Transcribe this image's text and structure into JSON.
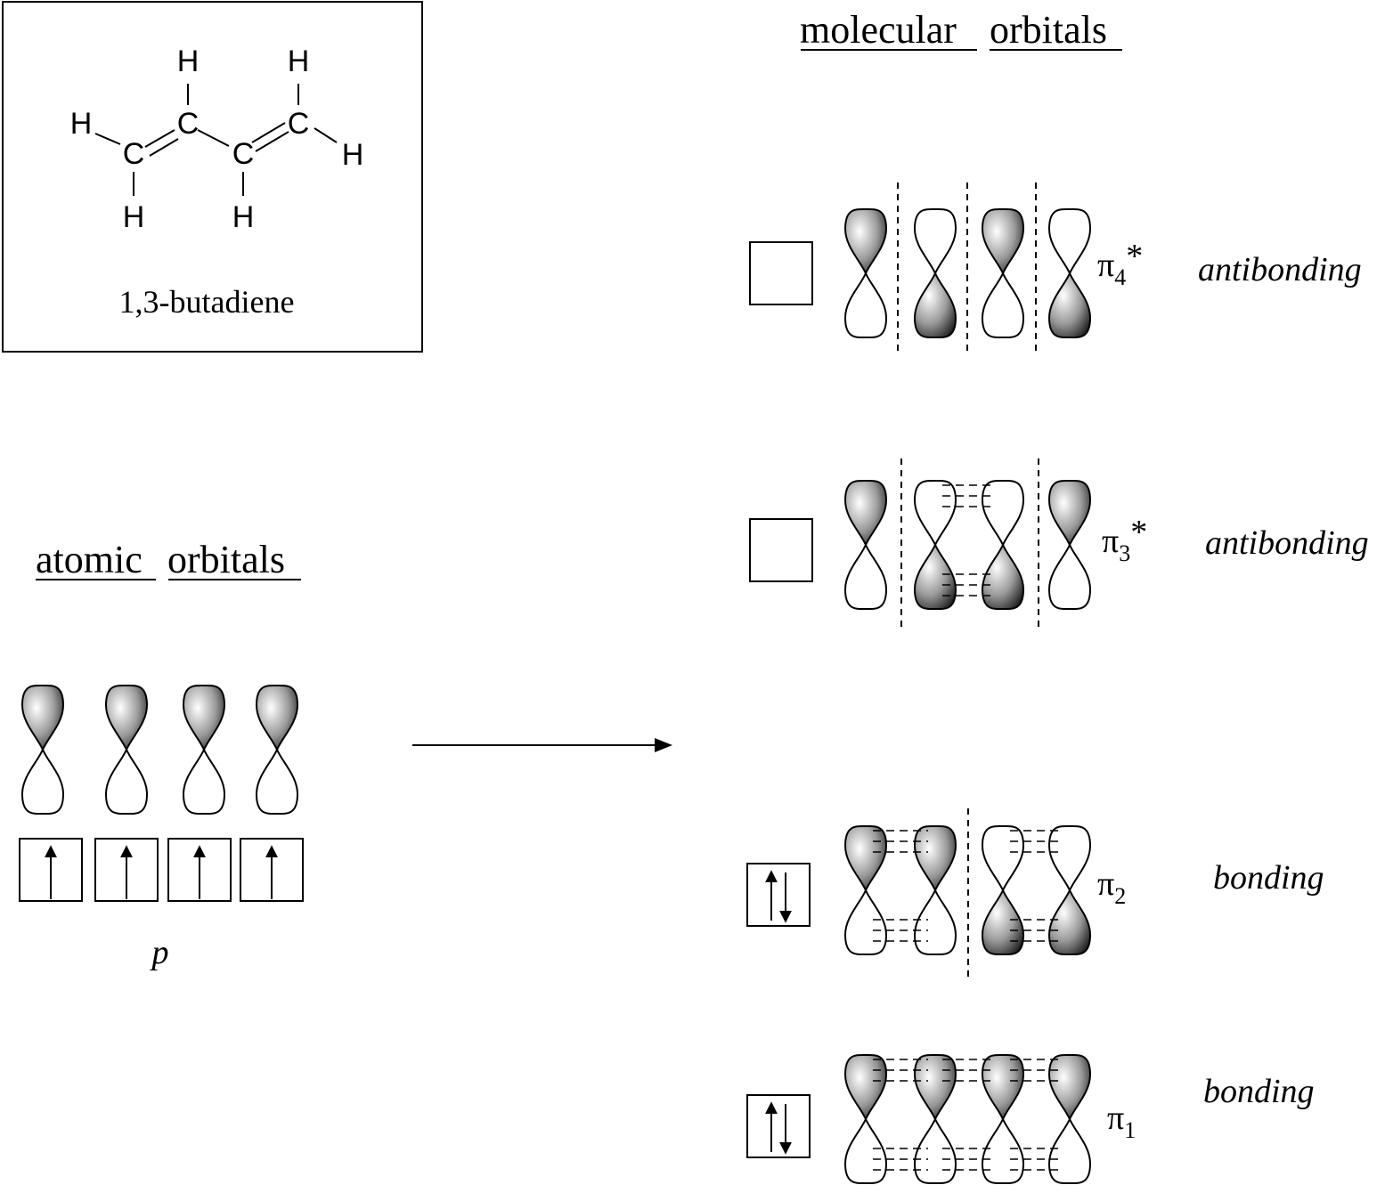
{
  "molecule": {
    "name": "1,3-butadiene",
    "atoms": {
      "c1": "C",
      "c2": "C",
      "c3": "C",
      "c4": "C",
      "h1": "H",
      "h2": "H",
      "h3": "H",
      "h4": "H",
      "h5": "H",
      "h6": "H"
    }
  },
  "headings": {
    "molecular": "molecular",
    "orbitals_mo": "orbitals",
    "atomic": "atomic",
    "orbitals_ao": "orbitals"
  },
  "atomic": {
    "label": "p",
    "electrons": [
      "up",
      "up",
      "up",
      "up"
    ]
  },
  "levels": [
    {
      "id": "pi4",
      "symbol": "π",
      "sub": "4",
      "star": "*",
      "type": "antibonding",
      "electrons": "empty"
    },
    {
      "id": "pi3",
      "symbol": "π",
      "sub": "3",
      "star": "*",
      "type": "antibonding",
      "electrons": "empty"
    },
    {
      "id": "pi2",
      "symbol": "π",
      "sub": "2",
      "star": "",
      "type": "bonding",
      "electrons": "paired"
    },
    {
      "id": "pi1",
      "symbol": "π",
      "sub": "1",
      "star": "",
      "type": "bonding",
      "electrons": "paired"
    }
  ],
  "colors": {
    "ink": "#000000",
    "shade_light": "#ffffff",
    "shade_dark": "#1a1a1a"
  }
}
